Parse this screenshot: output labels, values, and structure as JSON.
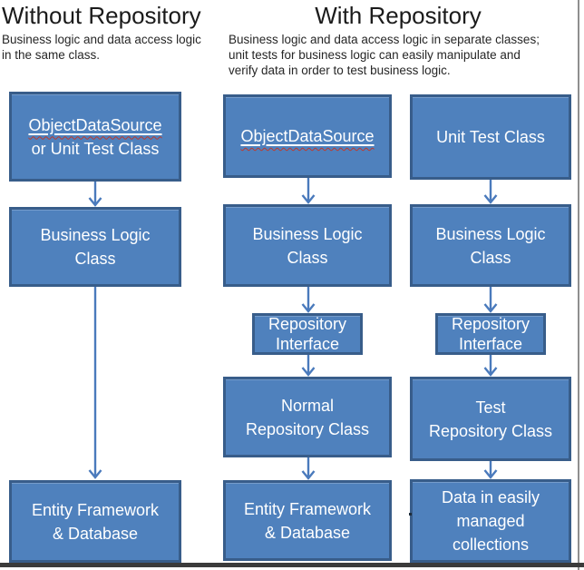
{
  "palette": {
    "box_fill": "#4f81bd",
    "box_border": "#385d8a",
    "arrow": "#4a7abc",
    "title": "#1b1b1b",
    "body_text": "#262626",
    "box_text": "#ffffff",
    "squiggle": "#c0392b",
    "frame_right": "#8f8f8f",
    "frame_bottom": "#3b3b3b"
  },
  "left_section": {
    "title": "Without Repository",
    "description_lines": [
      "Business logic and data access logic",
      "in the same class."
    ]
  },
  "right_section": {
    "title": "With Repository",
    "description_lines": [
      "Business logic and data access logic in separate classes;",
      "unit tests for business logic can easily manipulate and",
      "verify data in order to test business logic."
    ]
  },
  "boxes": {
    "left_row1": {
      "line1": "ObjectDataSource",
      "line2": "or Unit Test Class"
    },
    "left_row2": {
      "line1": "Business Logic",
      "line2": "Class"
    },
    "left_row5": {
      "line1": "Entity Framework",
      "line2": "& Database"
    },
    "mid_row1": {
      "line1": "ObjectDataSource"
    },
    "mid_row2": {
      "line1": "Business Logic",
      "line2": "Class"
    },
    "mid_row3": {
      "line1": "Repository",
      "line2": "Interface"
    },
    "mid_row4": {
      "line1": "Normal",
      "line2": "Repository Class"
    },
    "mid_row5": {
      "line1": "Entity Framework",
      "line2": "& Database"
    },
    "right_row1": {
      "line1": "Unit Test Class"
    },
    "right_row2": {
      "line1": "Business Logic",
      "line2": "Class"
    },
    "right_row3": {
      "line1": "Repository",
      "line2": "Interface"
    },
    "right_row4": {
      "line1": "Test",
      "line2": "Repository Class"
    },
    "right_row5": {
      "line1": "Data in easily",
      "line2": "managed",
      "line3": "collections"
    }
  },
  "connections": [
    {
      "column": "without-repository",
      "from": "ObjectDataSource or Unit Test Class",
      "to": "Business Logic Class"
    },
    {
      "column": "without-repository",
      "from": "Business Logic Class",
      "to": "Entity Framework & Database"
    },
    {
      "column": "with-repository-normal",
      "from": "ObjectDataSource",
      "to": "Business Logic Class"
    },
    {
      "column": "with-repository-normal",
      "from": "Business Logic Class",
      "to": "Repository Interface"
    },
    {
      "column": "with-repository-normal",
      "from": "Repository Interface",
      "to": "Normal Repository Class"
    },
    {
      "column": "with-repository-normal",
      "from": "Normal Repository Class",
      "to": "Entity Framework & Database"
    },
    {
      "column": "with-repository-test",
      "from": "Unit Test Class",
      "to": "Business Logic Class"
    },
    {
      "column": "with-repository-test",
      "from": "Business Logic Class",
      "to": "Repository Interface"
    },
    {
      "column": "with-repository-test",
      "from": "Repository Interface",
      "to": "Test Repository Class"
    },
    {
      "column": "with-repository-test",
      "from": "Test Repository Class",
      "to": "Data in easily managed collections"
    }
  ]
}
